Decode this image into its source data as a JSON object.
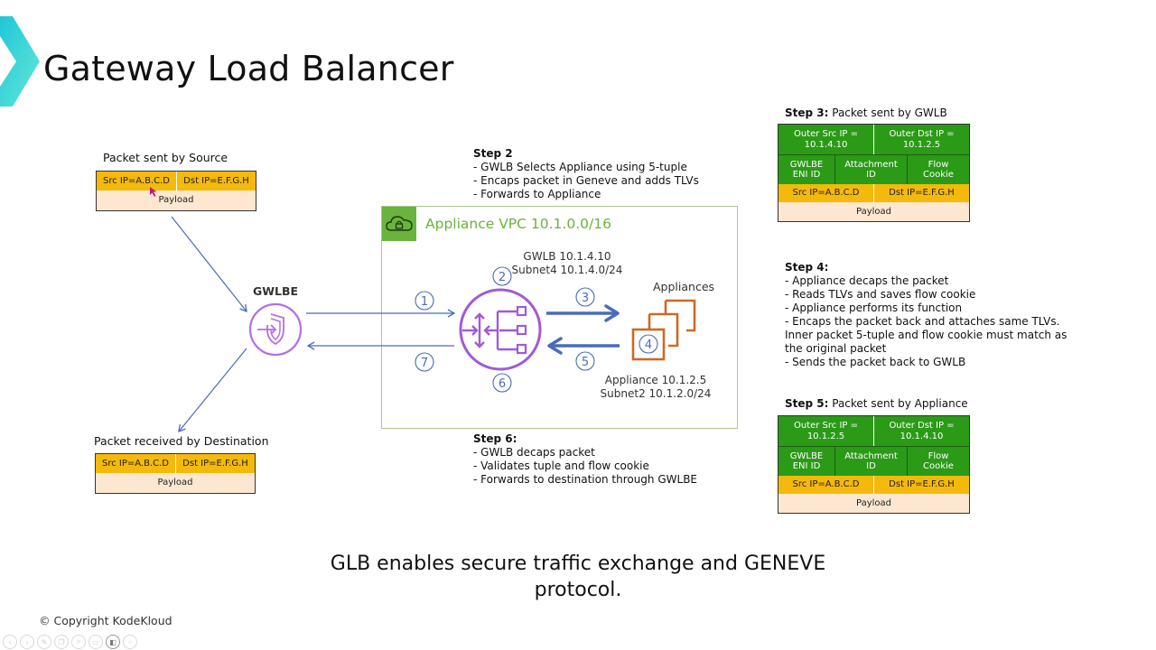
{
  "slide": {
    "title": "Gateway Load Balancer",
    "caption_line1": "GLB enables secure traffic exchange and GENEVE",
    "caption_line2": "protocol.",
    "copyright": "© Copyright KodeKloud"
  },
  "colors": {
    "accent_teal": "#2fd6d3",
    "vpc_green": "#6ab33e",
    "packet_green": "#2b9a17",
    "packet_yellow": "#f4b90b",
    "packet_peach": "#fde7d1",
    "gwlb_purple": "#a05ad8",
    "gwlbe_purple": "#b46ee6",
    "arrow_blue": "#4a6bb8",
    "appliance_orange": "#cc6a25"
  },
  "source_packet": {
    "label": "Packet sent by Source",
    "src": "Src IP=A.B.C.D",
    "dst": "Dst IP=E.F.G.H",
    "payload": "Payload"
  },
  "destination_packet": {
    "label": "Packet received by Destination",
    "src": "Src IP=A.B.C.D",
    "dst": "Dst IP=E.F.G.H",
    "payload": "Payload"
  },
  "step2": {
    "heading": "Step 2",
    "lines": [
      "- GWLB Selects Appliance using 5-tuple",
      "- Encaps packet in Geneve and adds TLVs",
      "- Forwards to Appliance"
    ]
  },
  "step3": {
    "heading": "Step 3:",
    "subtitle": " Packet sent by GWLB",
    "outer_src": "Outer Src IP =",
    "outer_src_val": "10.1.4.10",
    "outer_dst": "Outer Dst IP =",
    "outer_dst_val": "10.1.2.5",
    "eni": [
      "GWLBE",
      "ENI ID"
    ],
    "attachment": [
      "Attachment",
      "ID"
    ],
    "cookie": [
      "Flow",
      "Cookie"
    ],
    "src": "Src IP=A.B.C.D",
    "dst": "Dst IP=E.F.G.H",
    "payload": "Payload"
  },
  "step4": {
    "heading": "Step 4:",
    "lines": [
      "- Appliance decaps the packet",
      "- Reads TLVs and saves flow cookie",
      "- Appliance performs its function",
      "- Encaps the packet back and attaches same TLVs.",
      "Inner packet 5-tuple and flow cookie must match as",
      "the original packet",
      "- Sends the packet back to GWLB"
    ]
  },
  "step5": {
    "heading": "Step 5:",
    "subtitle": " Packet sent by Appliance",
    "outer_src": "Outer Src IP =",
    "outer_src_val": "10.1.2.5",
    "outer_dst": "Outer Dst IP =",
    "outer_dst_val": "10.1.4.10",
    "eni": [
      "GWLBE",
      "ENI ID"
    ],
    "attachment": [
      "Attachment",
      "ID"
    ],
    "cookie": [
      "Flow",
      "Cookie"
    ],
    "src": "Src IP=A.B.C.D",
    "dst": "Dst IP=E.F.G.H",
    "payload": "Payload"
  },
  "step6": {
    "heading": "Step 6:",
    "lines": [
      "- GWLB decaps packet",
      "- Validates tuple and flow cookie",
      "- Forwards to destination through GWLBE"
    ]
  },
  "vpc": {
    "title": "Appliance VPC 10.1.0.0/16",
    "icon": "cloud-lock-icon"
  },
  "gwlbe": {
    "label": "GWLBE",
    "icon": "shield-enter-icon"
  },
  "gwlb": {
    "line1": "GWLB 10.1.4.10",
    "line2": "Subnet4 10.1.4.0/24",
    "icon": "load-balancer-icon"
  },
  "appliances": {
    "label": "Appliances",
    "line1": "Appliance 10.1.2.5",
    "line2": "Subnet2 10.1.2.0/24"
  },
  "step_numbers": [
    "1",
    "2",
    "3",
    "4",
    "5",
    "6",
    "7"
  ],
  "player_controls": [
    "prev",
    "next",
    "pen",
    "copy",
    "zoom",
    "subtitles",
    "camera",
    "more"
  ]
}
